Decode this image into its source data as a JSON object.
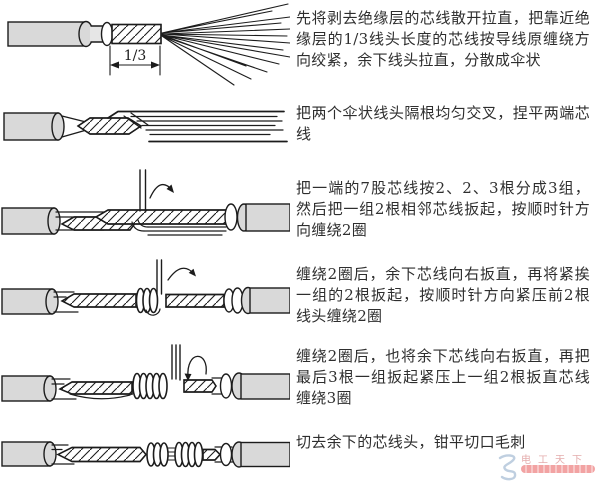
{
  "page": {
    "background": "#ffffff",
    "description_domain": "wire-splicing-instruction-diagram"
  },
  "steps": [
    {
      "text": "先将剥去绝缘层的芯线散开拉直，把靠近绝缘层的1/3线头长度的芯线按导线原缠绕方向绞紧，余下线头拉直，分散成伞状",
      "dimension_label": "1/3"
    },
    {
      "text": "把两个伞状线头隔根均匀交叉，捏平两端芯线"
    },
    {
      "text": "把一端的7股芯线按2、2、3根分成3组，然后把一组2根相邻芯线扳起，按顺时针方向缠绕2圈"
    },
    {
      "text": "缠绕2圈后，余下芯线向右扳直，再将紧挨一组的2根扳起，按顺时针方向紧压前2根线头缠绕2圈"
    },
    {
      "text": "缠绕2圈后，也将余下芯线向右扳直，再把最后3根一组扳起紧压上一组2根扳直芯线缠绕3圈"
    },
    {
      "text": "切去余下的芯线头，钳平切口毛刺"
    }
  ],
  "watermark": {
    "title": "电工天下"
  },
  "colors": {
    "line_art": "#1c1c1c",
    "insulation_fill": "#d9d9d9",
    "text": "#2e2e2e",
    "watermark_text": "#dc9191",
    "watermark_band": "#ee8585",
    "watermark_logo": "#aabfd6"
  }
}
